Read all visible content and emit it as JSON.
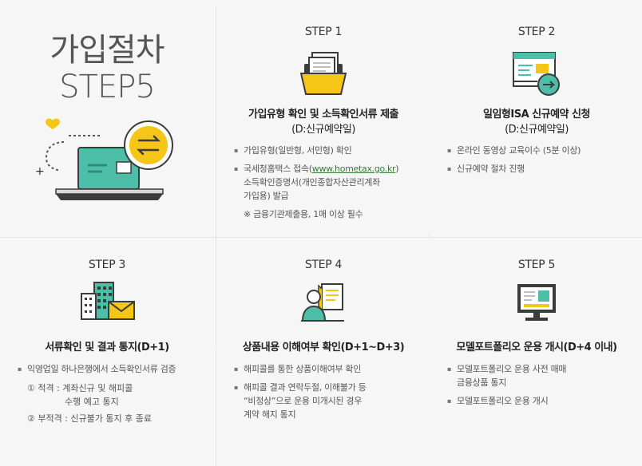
{
  "intro": {
    "title_line1": "가입절차",
    "title_line2": "STEP5"
  },
  "steps": [
    {
      "label": "STEP 1",
      "heading_line1": "가입유형 확인 및 소득확인서류 제출",
      "heading_line2": "(D:신규예약일)",
      "bullets": [
        "가입유형(일반형, 서민형) 확인"
      ],
      "bullet2_pre": "국세청홈택스 접속(",
      "bullet2_link": "www.hometax.go.kr",
      "bullet2_post": ")",
      "bullet2_line2": "소득확인증명서(개인종합자산관리계좌",
      "bullet2_line3": "가입용) 발급",
      "note": "※ 금융기관제출용, 1매 이상 필수"
    },
    {
      "label": "STEP 2",
      "heading_line1": "일임형ISA 신규예약 신청",
      "heading_line2": "(D:신규예약일)",
      "bullets": [
        "온라인 동영상 교육이수 (5분 이상)",
        "신규예약 절차 진행"
      ]
    },
    {
      "label": "STEP 3",
      "heading_line1": "서류확인 및 결과 통지(D+1)",
      "bullets": [
        "익영업일 하나은행에서 소득확인서류 검증"
      ],
      "item1_line1": "① 적격 : 계좌신규 및 해피콜",
      "item1_line2": "수행  예고 통지",
      "item2": "② 부적격 : 신규불가 통지 후 종료"
    },
    {
      "label": "STEP 4",
      "heading_line1": "상품내용 이해여부 확인(D+1~D+3)",
      "bullets": [
        "해피콜를 통한 상품이해여부 확인"
      ],
      "bullet2_line1": "해피콜 결과 연락두절, 이해불가 등",
      "bullet2_line2": "“비정상”으로 운용 미개시된 경우",
      "bullet2_line3": "계약 해지 통지"
    },
    {
      "label": "STEP 5",
      "heading_line1": "모델포트폴리오 운용 개시(D+4 이내)",
      "bullet1_line1": "모델포트폴리오 운용 사전 매매",
      "bullet1_line2": "금융상품 통지",
      "bullets": [
        "모델포트폴리오 운용 개시"
      ]
    }
  ],
  "colors": {
    "teal": "#4dbfa8",
    "dark": "#3c3c3c",
    "yellow": "#f5c518",
    "background": "#f6f6f6"
  },
  "icons": [
    "laptop-exchange-icon",
    "folder-documents-icon",
    "document-arrow-icon",
    "building-mail-icon",
    "person-document-icon",
    "monitor-portfolio-icon"
  ]
}
